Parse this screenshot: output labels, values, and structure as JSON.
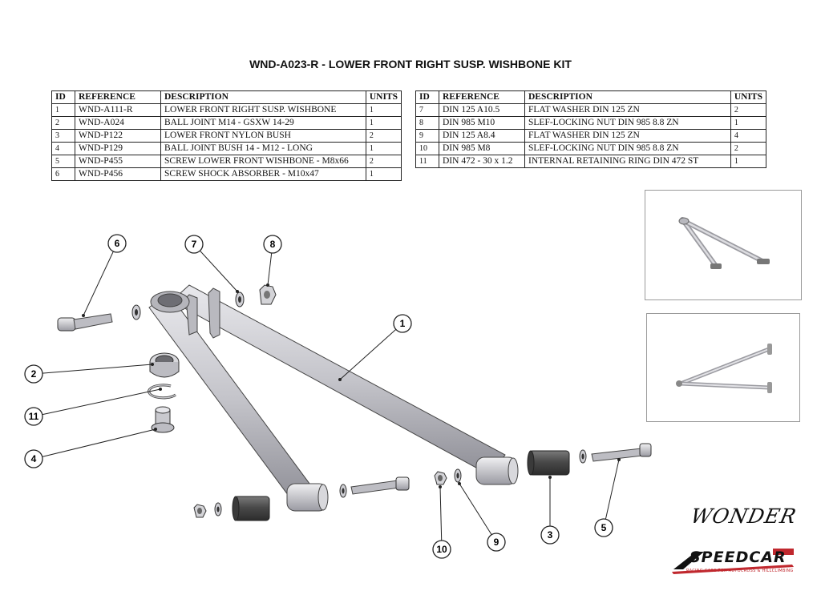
{
  "title": "WND-A023-R - LOWER FRONT RIGHT SUSP. WISHBONE KIT",
  "table_headers": {
    "id": "ID",
    "reference": "REFERENCE",
    "description": "DESCRIPTION",
    "units": "UNITS"
  },
  "parts_left": [
    {
      "id": "1",
      "reference": "WND-A111-R",
      "description": "LOWER FRONT RIGHT SUSP. WISHBONE",
      "units": "1"
    },
    {
      "id": "2",
      "reference": "WND-A024",
      "description": "BALL JOINT M14 - GSXW 14-29",
      "units": "1"
    },
    {
      "id": "3",
      "reference": "WND-P122",
      "description": "LOWER FRONT NYLON BUSH",
      "units": "2"
    },
    {
      "id": "4",
      "reference": "WND-P129",
      "description": "BALL JOINT BUSH 14 - M12 - LONG",
      "units": "1"
    },
    {
      "id": "5",
      "reference": "WND-P455",
      "description": "SCREW LOWER FRONT WISHBONE - M8x66",
      "units": "2"
    },
    {
      "id": "6",
      "reference": "WND-P456",
      "description": "SCREW SHOCK ABSORBER - M10x47",
      "units": "1"
    }
  ],
  "parts_right": [
    {
      "id": "7",
      "reference": "DIN 125 A10.5",
      "description": "FLAT WASHER DIN 125 ZN",
      "units": "2"
    },
    {
      "id": "8",
      "reference": "DIN 985 M10",
      "description": "SLEF-LOCKING NUT DIN 985 8.8 ZN",
      "units": "1"
    },
    {
      "id": "9",
      "reference": "DIN 125 A8.4",
      "description": "FLAT WASHER DIN 125 ZN",
      "units": "4"
    },
    {
      "id": "10",
      "reference": "DIN 985 M8",
      "description": "SLEF-LOCKING NUT DIN 985 8.8 ZN",
      "units": "2"
    },
    {
      "id": "11",
      "reference": "DIN 472 - 30 x 1.2",
      "description": "INTERNAL RETAINING RING DIN 472 ST",
      "units": "1"
    }
  ],
  "callouts": [
    "1",
    "2",
    "3",
    "4",
    "5",
    "6",
    "7",
    "8",
    "9",
    "10",
    "11"
  ],
  "logos": {
    "wonder": "WONDER",
    "speedcar": "SPEEDCAR",
    "speedcar_tagline": "RACING CARS FOR AUTOCROSS & HILLCLIMBING"
  },
  "colors": {
    "metal": "#c9c9cc",
    "rubber": "#555555",
    "accent": "#c0282e"
  }
}
